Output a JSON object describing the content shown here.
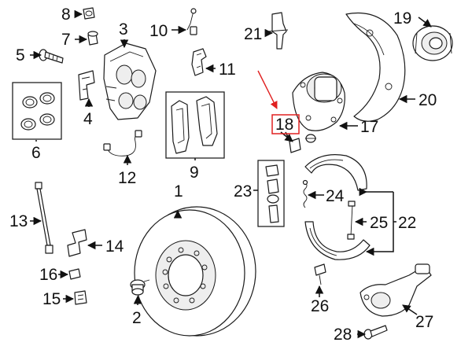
{
  "diagram": {
    "callouts": {
      "c1": "1",
      "c2": "2",
      "c3": "3",
      "c4": "4",
      "c5": "5",
      "c6": "6",
      "c7": "7",
      "c8": "8",
      "c9": "9",
      "c10": "10",
      "c11": "11",
      "c12": "12",
      "c13": "13",
      "c14": "14",
      "c15": "15",
      "c16": "16",
      "c17": "17",
      "c18": "18",
      "c19": "19",
      "c20": "20",
      "c21": "21",
      "c22": "22",
      "c23": "23",
      "c24": "24",
      "c25": "25",
      "c26": "26",
      "c27": "27",
      "c28": "28"
    },
    "highlight": {
      "callout": "18",
      "color": "#e02020"
    }
  }
}
